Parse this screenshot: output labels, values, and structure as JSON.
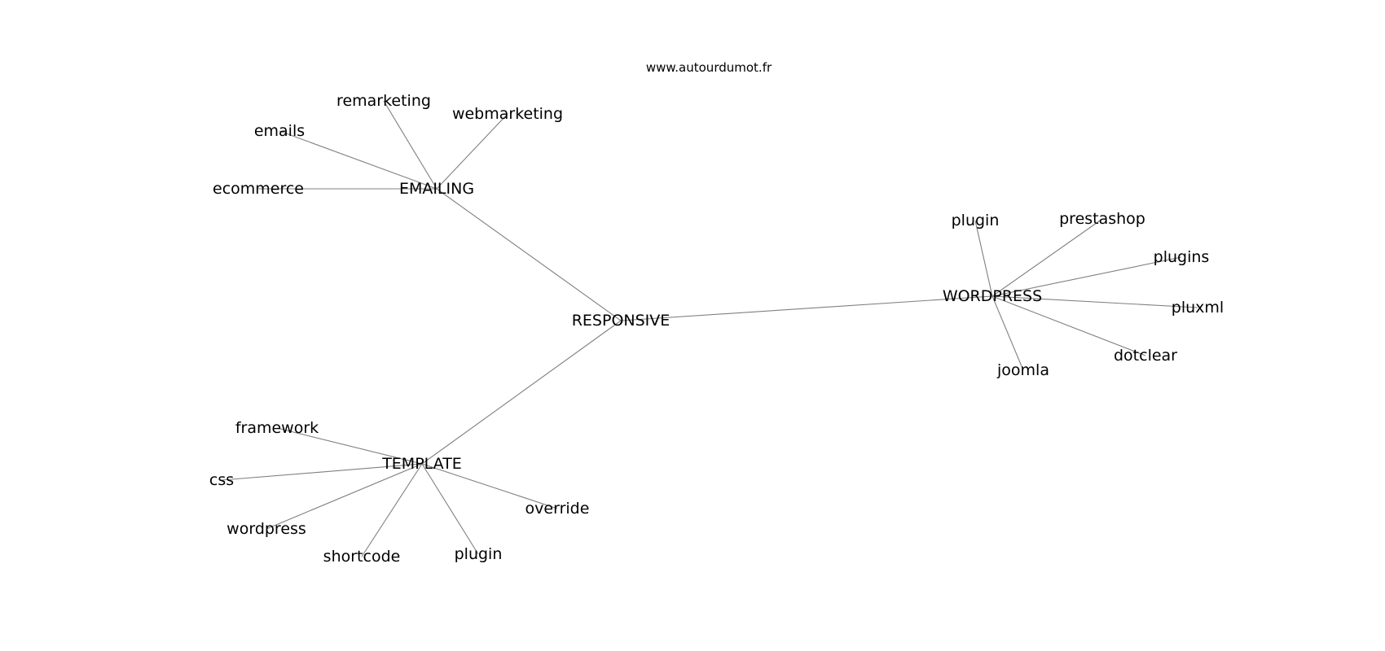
{
  "watermark": "www.autourdumot.fr",
  "nodes": [
    {
      "id": "responsive",
      "label": "RESPONSIVE"
    },
    {
      "id": "emailing",
      "label": "EMAILING"
    },
    {
      "id": "wordpress_hub",
      "label": "WORDPRESS"
    },
    {
      "id": "template",
      "label": "TEMPLATE"
    },
    {
      "id": "remarketing",
      "label": "remarketing"
    },
    {
      "id": "webmarketing",
      "label": "webmarketing"
    },
    {
      "id": "emails",
      "label": "emails"
    },
    {
      "id": "ecommerce",
      "label": "ecommerce"
    },
    {
      "id": "plugin_wp",
      "label": "plugin"
    },
    {
      "id": "prestashop",
      "label": "prestashop"
    },
    {
      "id": "plugins",
      "label": "plugins"
    },
    {
      "id": "pluxml",
      "label": "pluxml"
    },
    {
      "id": "dotclear",
      "label": "dotclear"
    },
    {
      "id": "joomla",
      "label": "joomla"
    },
    {
      "id": "framework",
      "label": "framework"
    },
    {
      "id": "css",
      "label": "css"
    },
    {
      "id": "wordpress_leaf",
      "label": "wordpress"
    },
    {
      "id": "shortcode",
      "label": "shortcode"
    },
    {
      "id": "plugin_tpl",
      "label": "plugin"
    },
    {
      "id": "override",
      "label": "override"
    }
  ],
  "edges": [
    [
      "responsive",
      "emailing"
    ],
    [
      "responsive",
      "wordpress_hub"
    ],
    [
      "responsive",
      "template"
    ],
    [
      "emailing",
      "remarketing"
    ],
    [
      "emailing",
      "webmarketing"
    ],
    [
      "emailing",
      "emails"
    ],
    [
      "emailing",
      "ecommerce"
    ],
    [
      "wordpress_hub",
      "plugin_wp"
    ],
    [
      "wordpress_hub",
      "prestashop"
    ],
    [
      "wordpress_hub",
      "plugins"
    ],
    [
      "wordpress_hub",
      "pluxml"
    ],
    [
      "wordpress_hub",
      "dotclear"
    ],
    [
      "wordpress_hub",
      "joomla"
    ],
    [
      "template",
      "framework"
    ],
    [
      "template",
      "css"
    ],
    [
      "template",
      "wordpress_leaf"
    ],
    [
      "template",
      "shortcode"
    ],
    [
      "template",
      "plugin_tpl"
    ],
    [
      "template",
      "override"
    ]
  ]
}
